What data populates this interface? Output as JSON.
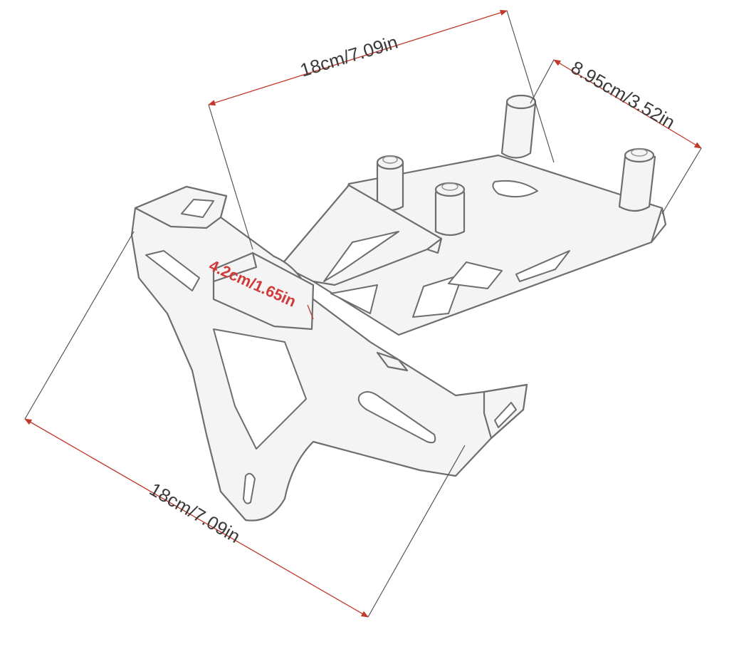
{
  "dimensions": {
    "top_length": "18cm/7.09in",
    "top_width": "8.95cm/3.52in",
    "side_length": "18cm/7.09in",
    "bracket_height": "4.2cm/1.65in"
  },
  "colors": {
    "dimension_line": "#c0392b",
    "sketch_line": "#6e6e6e",
    "background": "#ffffff"
  }
}
